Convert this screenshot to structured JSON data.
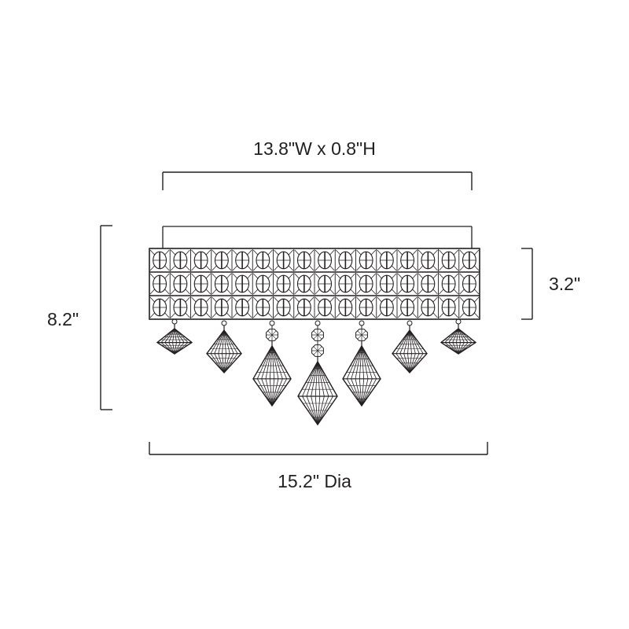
{
  "dimensions": {
    "top_label": "13.8\"W x 0.8\"H",
    "bottom_label": "15.2\" Dia",
    "left_label": "8.2\"",
    "right_label": "3.2\""
  },
  "colors": {
    "line": "#231f20",
    "background": "#ffffff"
  },
  "fixture": {
    "crystal_rows": 3,
    "crystal_columns": 16,
    "pendant_count": 7
  }
}
